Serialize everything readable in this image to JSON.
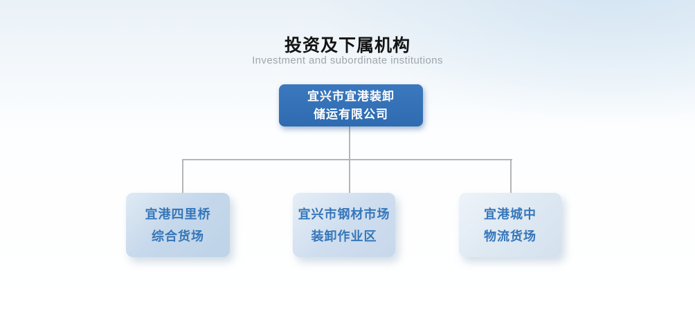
{
  "page": {
    "title": "投资及下属机构",
    "subtitle": "Investment and subordinate institutions"
  },
  "org_chart": {
    "root": {
      "lines": [
        "宜兴市宜港装卸",
        "储运有限公司"
      ]
    },
    "children": [
      {
        "lines": [
          "宜港四里桥",
          "综合货场"
        ]
      },
      {
        "lines": [
          "宜兴市钢材市场",
          "装卸作业区"
        ]
      },
      {
        "lines": [
          "宜港城中",
          "物流货场"
        ]
      }
    ]
  },
  "colors": {
    "root_node_background": "#2f6db4",
    "root_node_text": "#ffffff",
    "child_node_background_left": "#c3d6ea",
    "child_node_background_middle": "#cddcee",
    "child_node_background_right": "#dde8f2",
    "child_node_text": "#3576b9",
    "connector_line": "#b5b5b5",
    "title_text": "#141414",
    "subtitle_text": "#a0a5aa",
    "page_background_top": "#eaf1f7",
    "page_background_bottom": "#ffffff"
  }
}
